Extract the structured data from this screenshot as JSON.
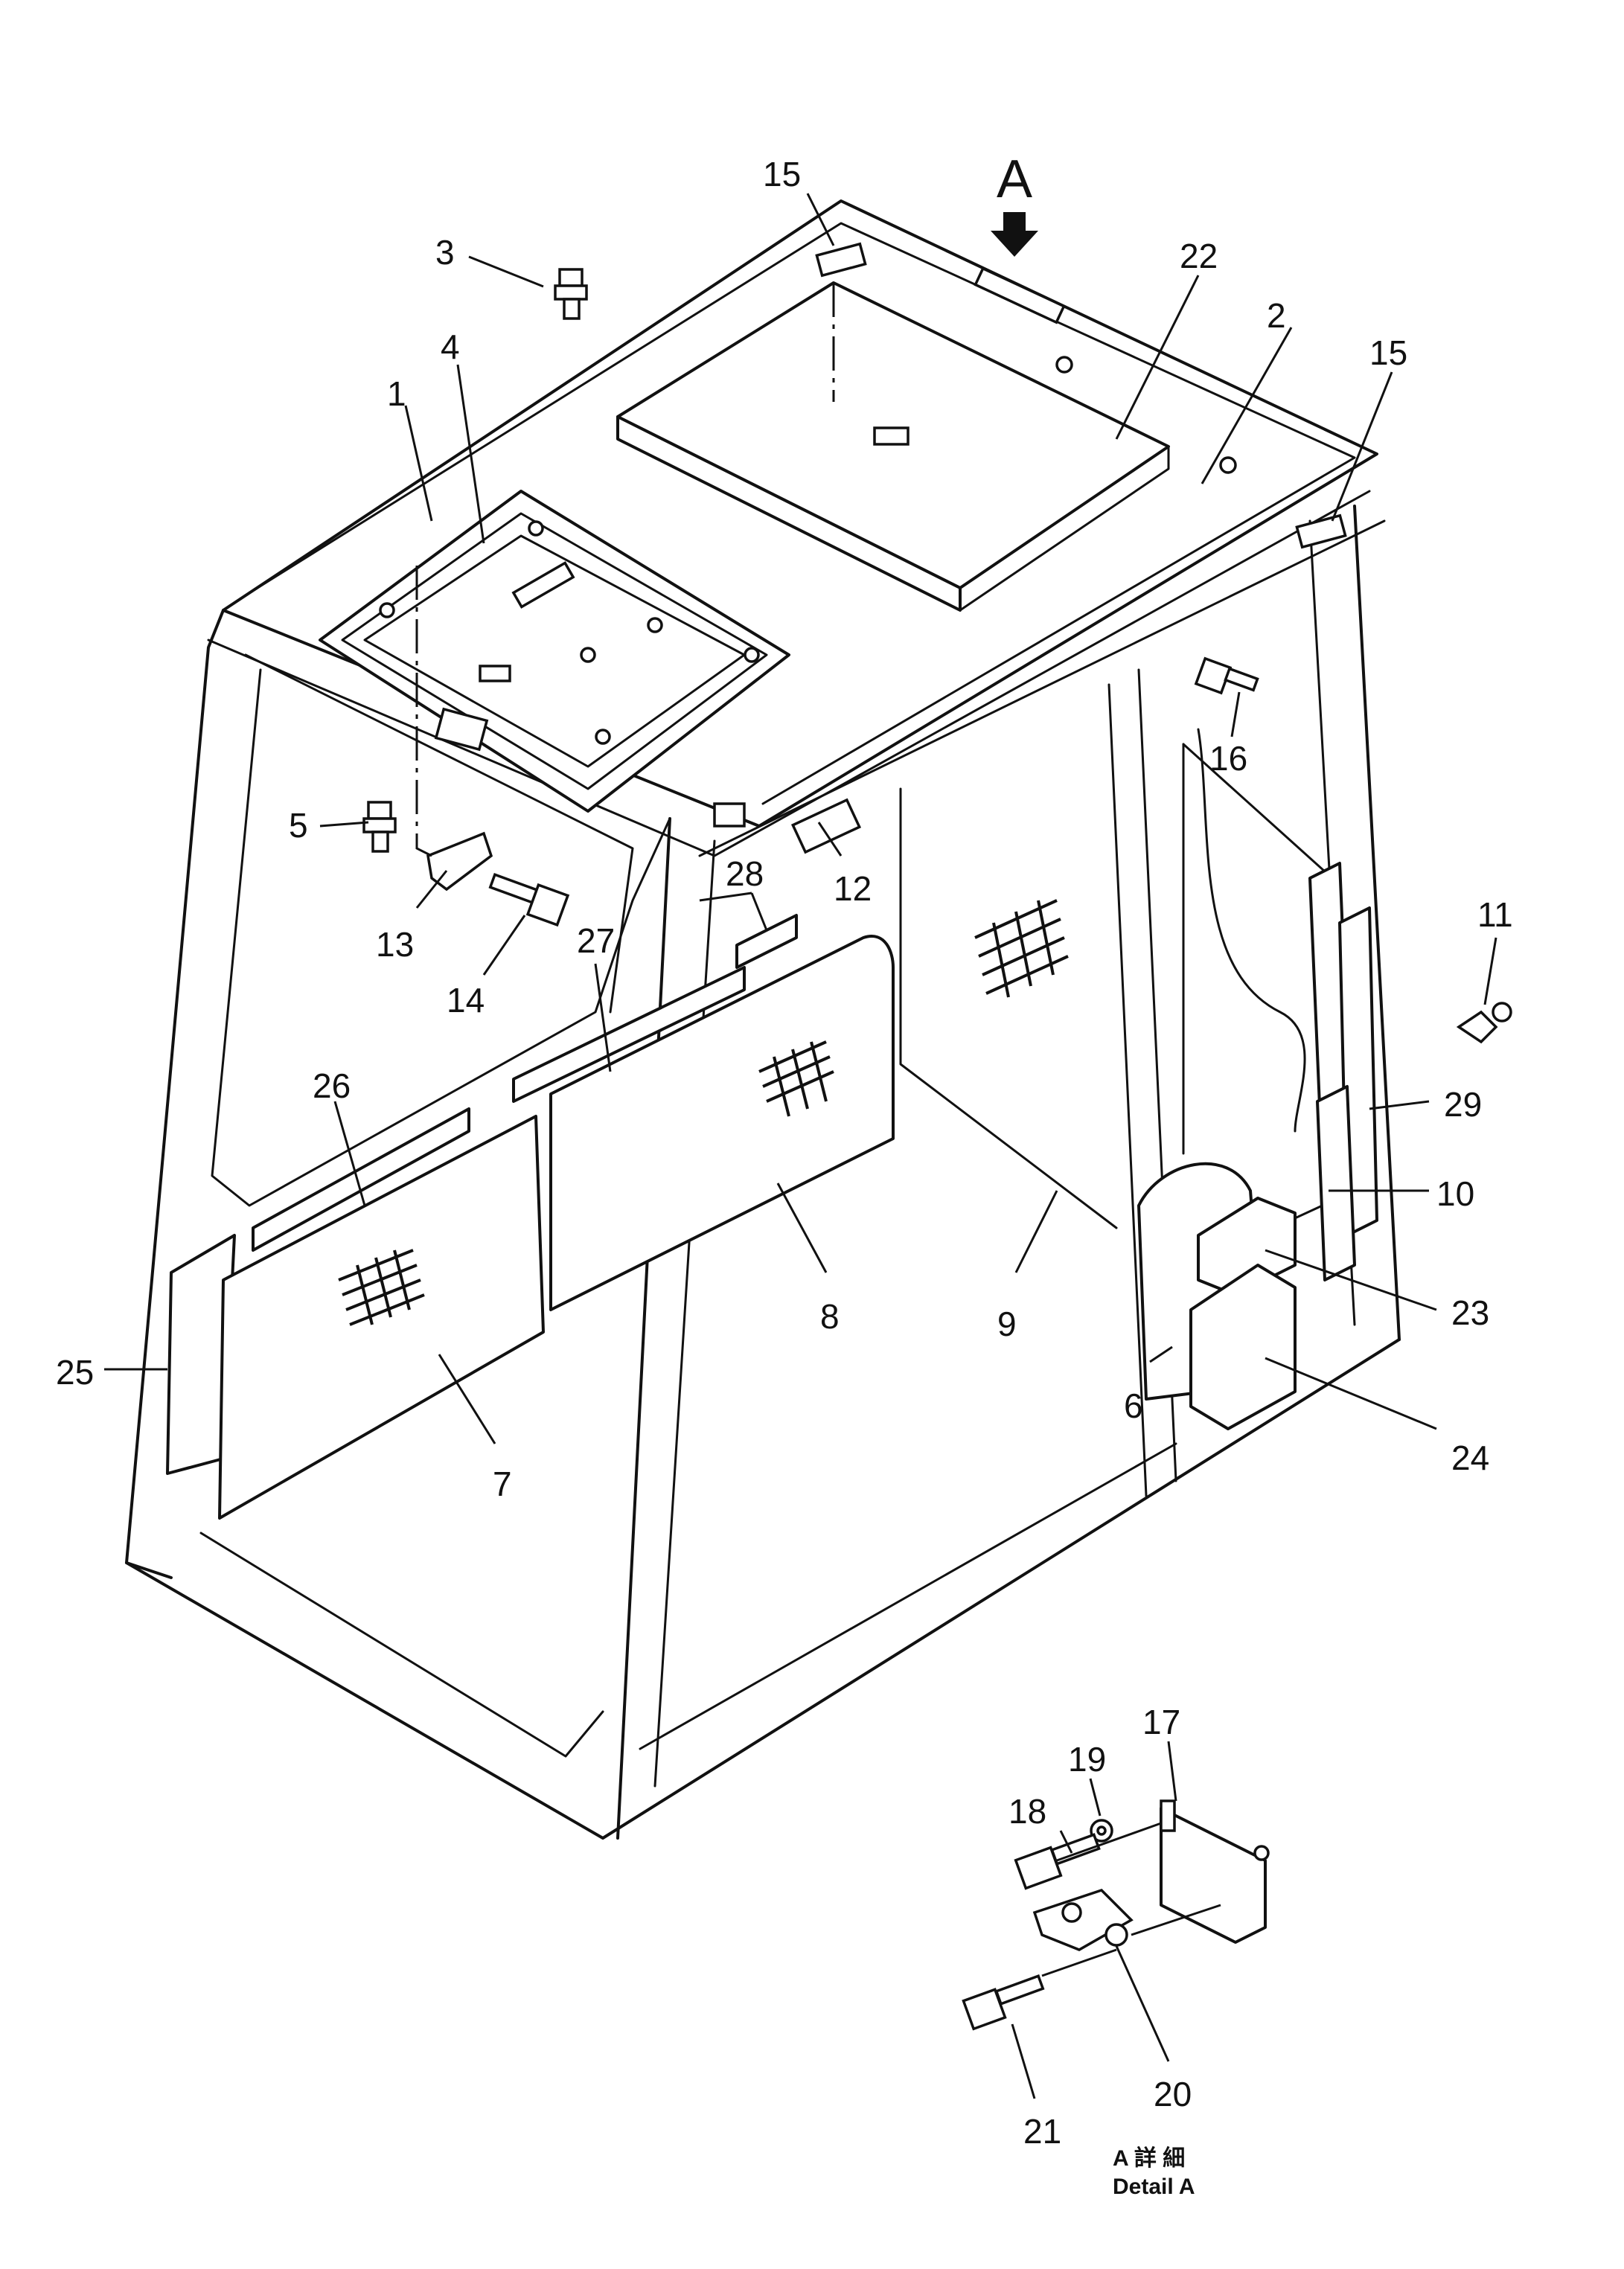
{
  "view_label": "A",
  "detail_caption_jp": "A 詳 細",
  "detail_caption_en": "Detail A",
  "callouts": {
    "c1": "1",
    "c2": "2",
    "c3": "3",
    "c4": "4",
    "c5": "5",
    "c6": "6",
    "c7": "7",
    "c8": "8",
    "c9": "9",
    "c10": "10",
    "c11": "11",
    "c12": "12",
    "c13": "13",
    "c14": "14",
    "c15a": "15",
    "c15b": "15",
    "c16": "16",
    "c17": "17",
    "c18": "18",
    "c19": "19",
    "c20": "20",
    "c21": "21",
    "c22": "22",
    "c23": "23",
    "c24": "24",
    "c25": "25",
    "c26": "26",
    "c27": "27",
    "c28": "28",
    "c29": "29"
  }
}
